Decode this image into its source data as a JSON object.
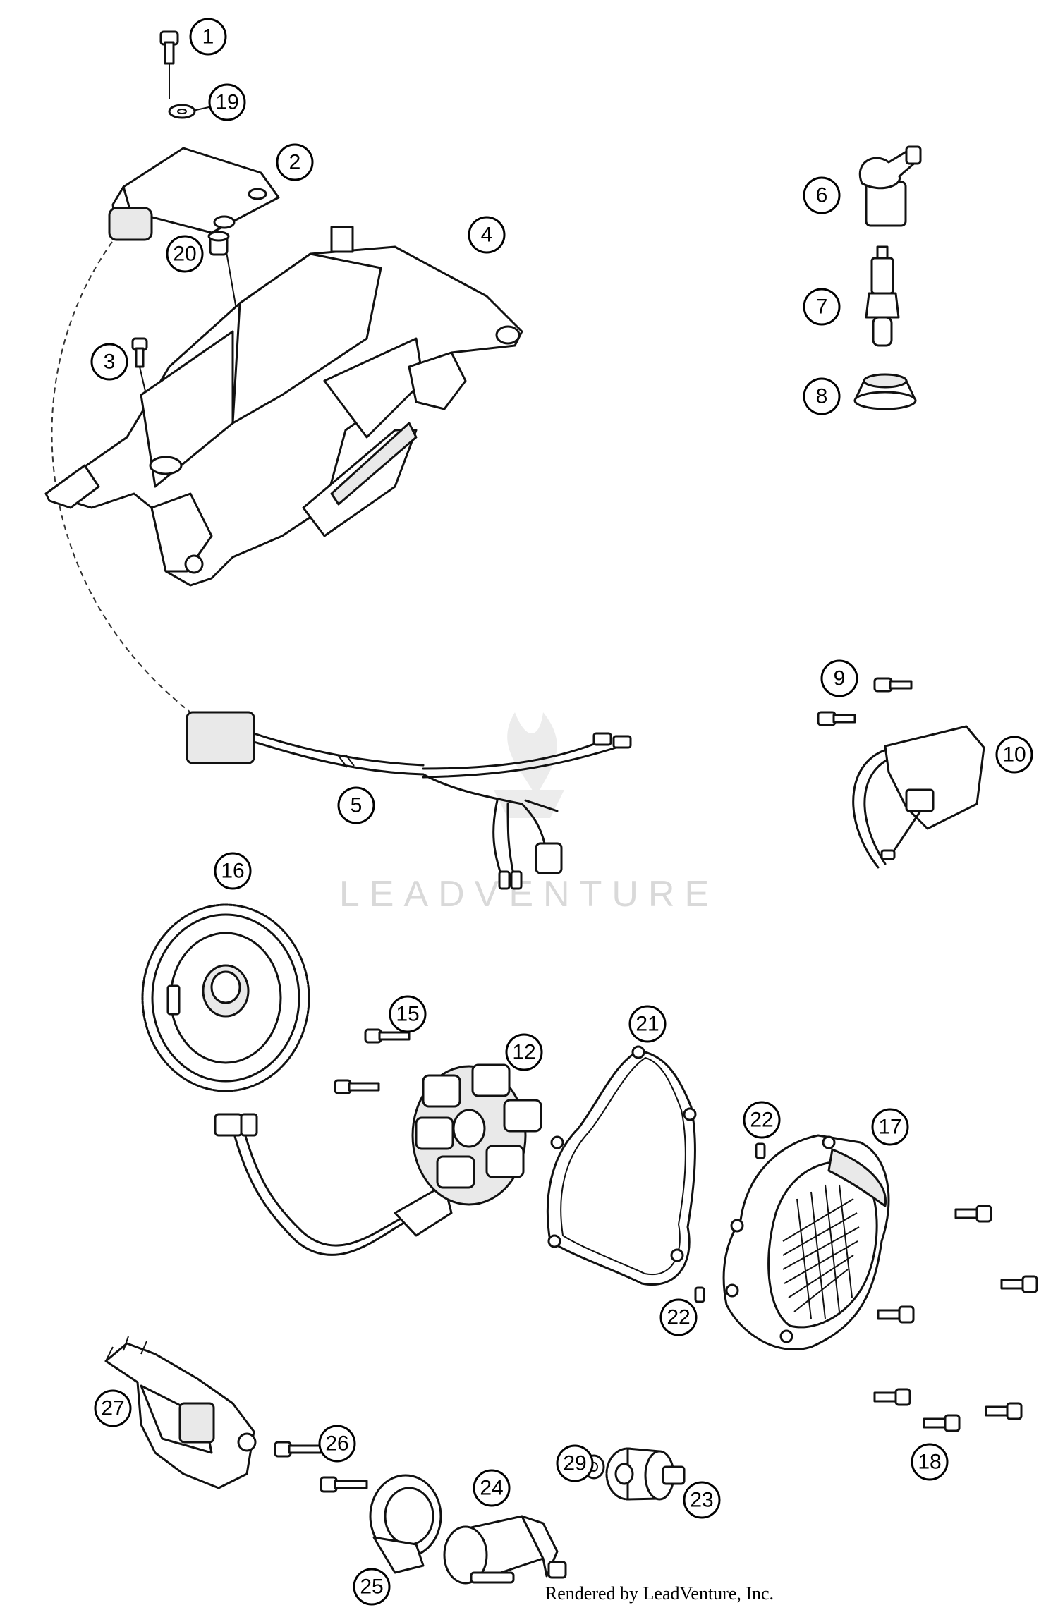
{
  "callouts": [
    {
      "label": "1"
    },
    {
      "label": "19"
    },
    {
      "label": "2"
    },
    {
      "label": "20"
    },
    {
      "label": "4"
    },
    {
      "label": "3"
    },
    {
      "label": "6"
    },
    {
      "label": "7"
    },
    {
      "label": "8"
    },
    {
      "label": "9"
    },
    {
      "label": "10"
    },
    {
      "label": "5"
    },
    {
      "label": "16"
    },
    {
      "label": "15"
    },
    {
      "label": "12"
    },
    {
      "label": "21"
    },
    {
      "label": "22"
    },
    {
      "label": "17"
    },
    {
      "label": "22"
    },
    {
      "label": "18"
    },
    {
      "label": "27"
    },
    {
      "label": "26"
    },
    {
      "label": "29"
    },
    {
      "label": "24"
    },
    {
      "label": "23"
    },
    {
      "label": "25"
    }
  ],
  "watermark": "LEADVENTURE",
  "credit": "Rendered by LeadVenture, Inc."
}
